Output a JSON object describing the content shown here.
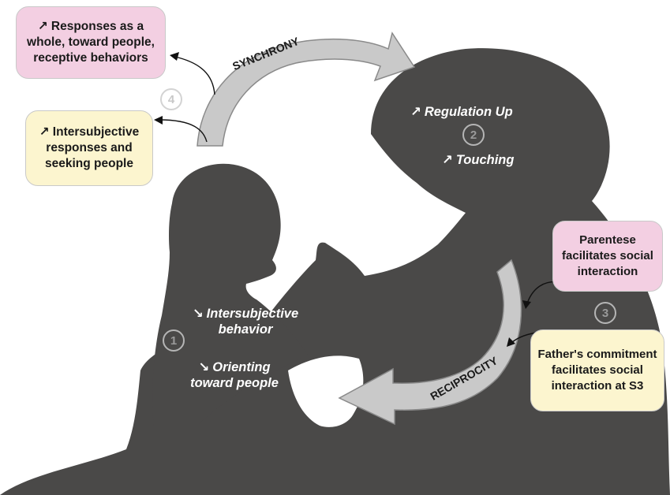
{
  "synchrony_label": "SYNCHRONY",
  "reciprocity_label": "RECIPROCITY",
  "boxes": {
    "responses_whole": "Responses as a whole, toward people, receptive behaviors",
    "intersubjective_seeking": "Intersubjective responses and seeking people",
    "parentese": "Parentese facilitates social interaction",
    "father_commitment": "Father's commitment facilitates social interaction at S3"
  },
  "numbers": {
    "n1": "1",
    "n2": "2",
    "n3": "3",
    "n4": "4"
  },
  "mother_text": {
    "regulation_up": "Regulation Up",
    "touching": "Touching"
  },
  "child_text": {
    "intersubjective_behavior": "Intersubjective behavior",
    "orienting": "Orienting toward people"
  },
  "symbols": {
    "increase": "↗",
    "decrease": "↘"
  },
  "colors": {
    "silhouette": "#4a4948",
    "arrow_fill": "#c9c9c9",
    "box_pink": "#f3cfe2",
    "box_yellow": "#fcf5cf"
  }
}
